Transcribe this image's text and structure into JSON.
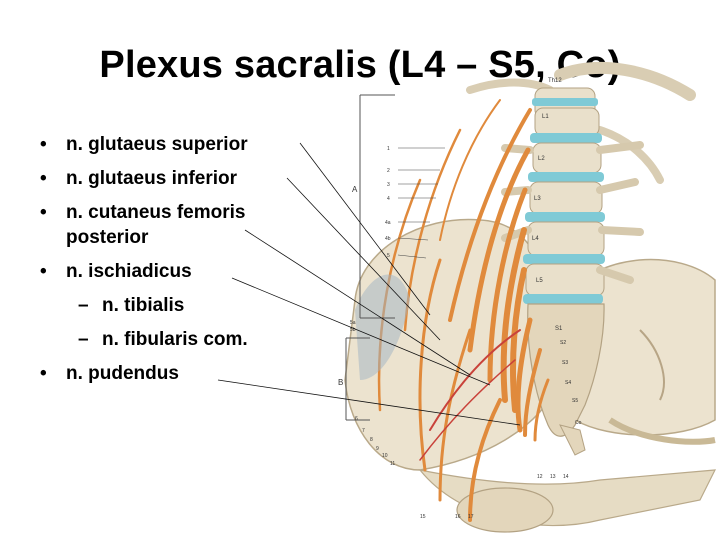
{
  "title": "Plexus sacralis (L4 – S5, Co)",
  "bullets": [
    {
      "text": "n. glutaeus superior"
    },
    {
      "text": "n. glutaeus inferior"
    },
    {
      "text": "n. cutaneus femoris posterior"
    },
    {
      "text": "n. ischiadicus"
    },
    {
      "text": "n. pudendus"
    }
  ],
  "subitems": [
    {
      "text": "n. tibialis"
    },
    {
      "text": "n. fibularis com."
    }
  ],
  "figure": {
    "vertebra_labels": [
      "Th12",
      "L1",
      "L2",
      "L3",
      "L4",
      "L5",
      "S1",
      "S2",
      "S3",
      "S4",
      "S5",
      "Co"
    ],
    "region_labels": [
      "A",
      "B"
    ],
    "left_numbers": [
      "1",
      "2",
      "3",
      "4",
      "4a",
      "4b",
      "5",
      "5a",
      "5b",
      "6",
      "7",
      "8",
      "9",
      "10",
      "11"
    ],
    "bottom_numbers": [
      "12",
      "13",
      "14",
      "15",
      "16",
      "17"
    ]
  }
}
